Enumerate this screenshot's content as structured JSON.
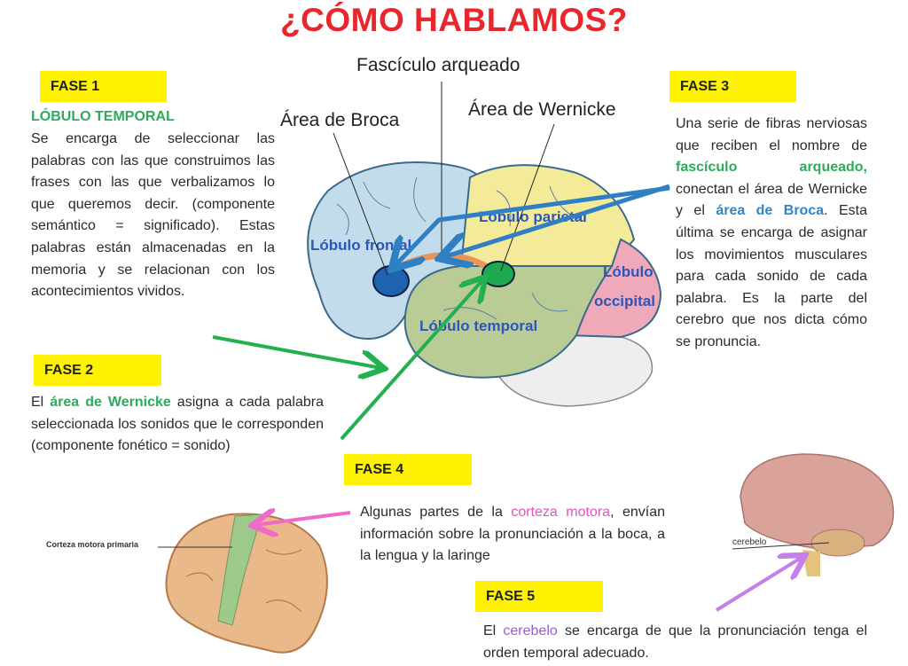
{
  "title": "¿CÓMO HABLAMOS?",
  "labels": {
    "fasciculo": "Fascículo arqueado",
    "broca": "Área de Broca",
    "wernicke": "Área de Wernicke",
    "corteza": "Corteza motora primaria",
    "cerebelo": "cerebelo"
  },
  "lobes": {
    "frontal": "Lóbulo frontal",
    "parietal": "Lóbulo parietal",
    "temporal": "Lóbulo temporal",
    "occipital_1": "Lóbulo",
    "occipital_2": "occipital"
  },
  "fase1": {
    "label": "FASE 1",
    "heading": "LÓBULO TEMPORAL",
    "text": "Se encarga de seleccionar las palabras con las que construimos las frases con las que verbalizamos lo que queremos decir. (componente semántico = significado). Estas palabras están almacenadas en la memoria  y se relacionan con los acontecimientos vividos."
  },
  "fase2": {
    "label": "FASE 2",
    "pre": "El ",
    "highlight": "área de Wernicke",
    "post": " asigna a cada palabra seleccionada los sonidos que le corresponden (componente fonético = sonido)"
  },
  "fase3": {
    "label": "FASE 3",
    "t1": "Una serie de fibras nerviosas que reciben el nombre de ",
    "h1": "fascículo arqueado,",
    "t2": " conectan el área de Wernicke y el ",
    "h2": "área de Broca",
    "t3": ". Esta última se encarga de asignar los movimientos musculares para cada sonido de cada palabra. Es la parte del cerebro que nos dicta cómo se pronuncia."
  },
  "fase4": {
    "label": "FASE 4",
    "pre": "Algunas partes de la ",
    "highlight": "corteza motora",
    "post": ", envían información sobre la pronunciación a la boca, a la lengua y la laringe"
  },
  "fase5": {
    "label": "FASE 5",
    "pre": "El ",
    "highlight": "cerebelo",
    "post": " se encarga de que la pronunciación tenga el orden temporal adecuado."
  },
  "colors": {
    "title": "#e8262c",
    "fase_bg": "#fff200",
    "green": "#2eaa5c",
    "blue": "#2e86c8",
    "pink": "#e055c0",
    "violet": "#9a5ad8"
  }
}
